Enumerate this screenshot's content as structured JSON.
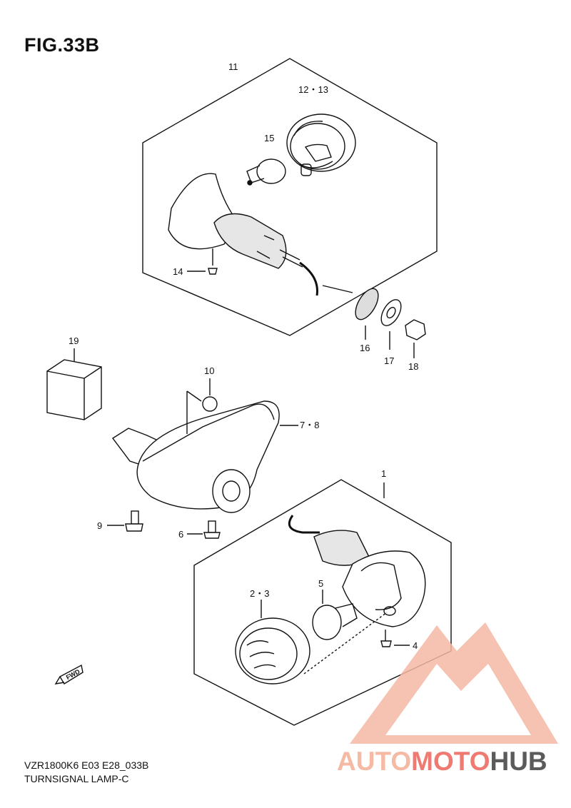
{
  "figure": {
    "title": "FIG.33B",
    "model_code": "VZR1800K6 E03 E28_033B",
    "assembly_name": "TURNSIGNAL LAMP-C"
  },
  "callouts": {
    "c1": "1",
    "c2_3": "2・3",
    "c4": "4",
    "c5": "5",
    "c6": "6",
    "c7_8": "7・8",
    "c9": "9",
    "c10": "10",
    "c11": "11",
    "c12_13": "12・13",
    "c14": "14",
    "c15": "15",
    "c16": "16",
    "c17": "17",
    "c18": "18",
    "c19": "19"
  },
  "fwd_marker": "FWD",
  "watermark": {
    "part1": "AUTO",
    "part2": "MOTO",
    "part3": "HUB",
    "colors": {
      "light": "#f5b9a4",
      "mid": "#ef7a72",
      "dark": "#5b5b5b"
    }
  }
}
